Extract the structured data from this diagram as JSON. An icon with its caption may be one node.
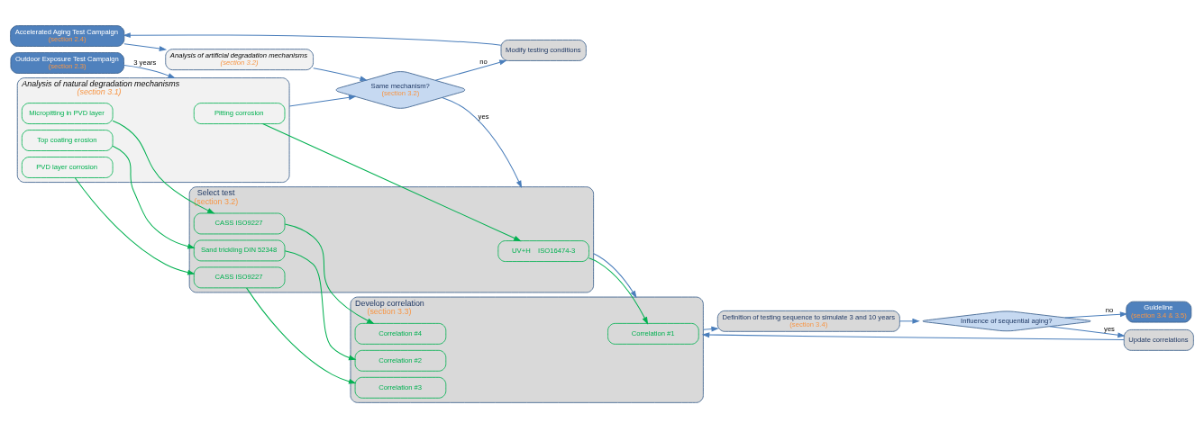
{
  "diagram": {
    "nodes": [
      {
        "text": [
          "Accelerated Aging Test Campaign",
          "(section 2.4)"
        ]
      },
      {
        "text": [
          "Analysis of artificial degradation mechanisms",
          "(section 3.2)"
        ]
      },
      {
        "text": [
          "Same mechanism?",
          "(section 3.2)"
        ]
      },
      {
        "text": [
          "Modify testing conditions"
        ]
      },
      {
        "text": [
          "Outdoor Exposure Test Campaign",
          "(section 2.3)"
        ]
      },
      {
        "text": [
          "Analysis of natural degradation mechanisms",
          "(section 3.1)"
        ]
      },
      {
        "text": [
          "Pitting corrosion"
        ],
        "in": 5
      },
      {
        "text": [
          "Top coating erosion"
        ],
        "in": 5
      },
      {
        "text": [
          "PVD layer corrosion"
        ],
        "in": 5
      },
      {
        "text": [
          "Micropitting in PVD layer"
        ],
        "in": 5
      },
      {
        "text": [
          "Select test",
          "(section 3.2)"
        ]
      },
      {
        "text": [
          "UV+H    ISO16474-3"
        ],
        "in": 10
      },
      {
        "text": [
          "Sand trickling DIN 52348"
        ],
        "in": 10
      },
      {
        "text": [
          "CASS ISO9227"
        ],
        "in": 10
      },
      {
        "text": [
          "CASS ISO9227"
        ],
        "in": 10
      },
      {
        "text": [
          "Develop correlation",
          "(section 3.3)"
        ]
      },
      {
        "text": [
          "Correlation #1"
        ],
        "in": 15
      },
      {
        "text": [
          "Correlation #2"
        ],
        "in": 15
      },
      {
        "text": [
          "Correlation #3"
        ],
        "in": 15
      },
      {
        "text": [
          "Correlation #4"
        ],
        "in": 15
      },
      {
        "text": [
          "Definition of testing sequence to simulate 3 and 10 years",
          "(section 3.4)"
        ]
      },
      {
        "text": [
          "Influence of sequential aging?"
        ]
      },
      {
        "text": [
          "Guideline",
          "(section 3.4 & 3.5)"
        ]
      },
      {
        "text": [
          "Update correlations"
        ]
      }
    ],
    "edges": [
      {
        "from": 0,
        "to": 1,
        "arrow": "to"
      },
      {
        "from": 1,
        "to": 2,
        "arrow": "to"
      },
      {
        "from": 5,
        "to": 2,
        "arrow": "to"
      },
      {
        "from": 2,
        "to": 3,
        "arrow": "to",
        "label": "no"
      },
      {
        "from": 3,
        "to": 0,
        "arrow": "to"
      },
      {
        "from": 2,
        "to": 10,
        "arrow": "to",
        "label": "yes"
      },
      {
        "from": 4,
        "to": 5,
        "arrow": "to",
        "label": "3 years"
      },
      {
        "from": 6,
        "to": 11,
        "arrow": "to",
        "color": "#00b050"
      },
      {
        "from": 7,
        "to": 12,
        "arrow": "to",
        "color": "#00b050"
      },
      {
        "from": 8,
        "to": 13,
        "arrow": "to",
        "color": "#00b050"
      },
      {
        "from": 9,
        "to": 14,
        "arrow": "to",
        "color": "#00b050"
      },
      {
        "from": 11,
        "to": 16,
        "arrow": "to",
        "color": "#00b050"
      },
      {
        "from": 12,
        "to": 17,
        "arrow": "to",
        "color": "#00b050"
      },
      {
        "from": 13,
        "to": 18,
        "arrow": "to",
        "color": "#00b050"
      },
      {
        "from": 14,
        "to": 19,
        "arrow": "to",
        "color": "#00b050"
      },
      {
        "from": 10,
        "to": 15,
        "arrow": "to"
      },
      {
        "from": 15,
        "to": 20,
        "arrow": "to"
      },
      {
        "from": 20,
        "to": 21,
        "arrow": "to"
      },
      {
        "from": 21,
        "to": 22,
        "arrow": "to",
        "label": "no"
      },
      {
        "from": 21,
        "to": 23,
        "arrow": "to",
        "label": "yes"
      },
      {
        "from": 23,
        "to": 15,
        "arrow": "to"
      }
    ]
  }
}
